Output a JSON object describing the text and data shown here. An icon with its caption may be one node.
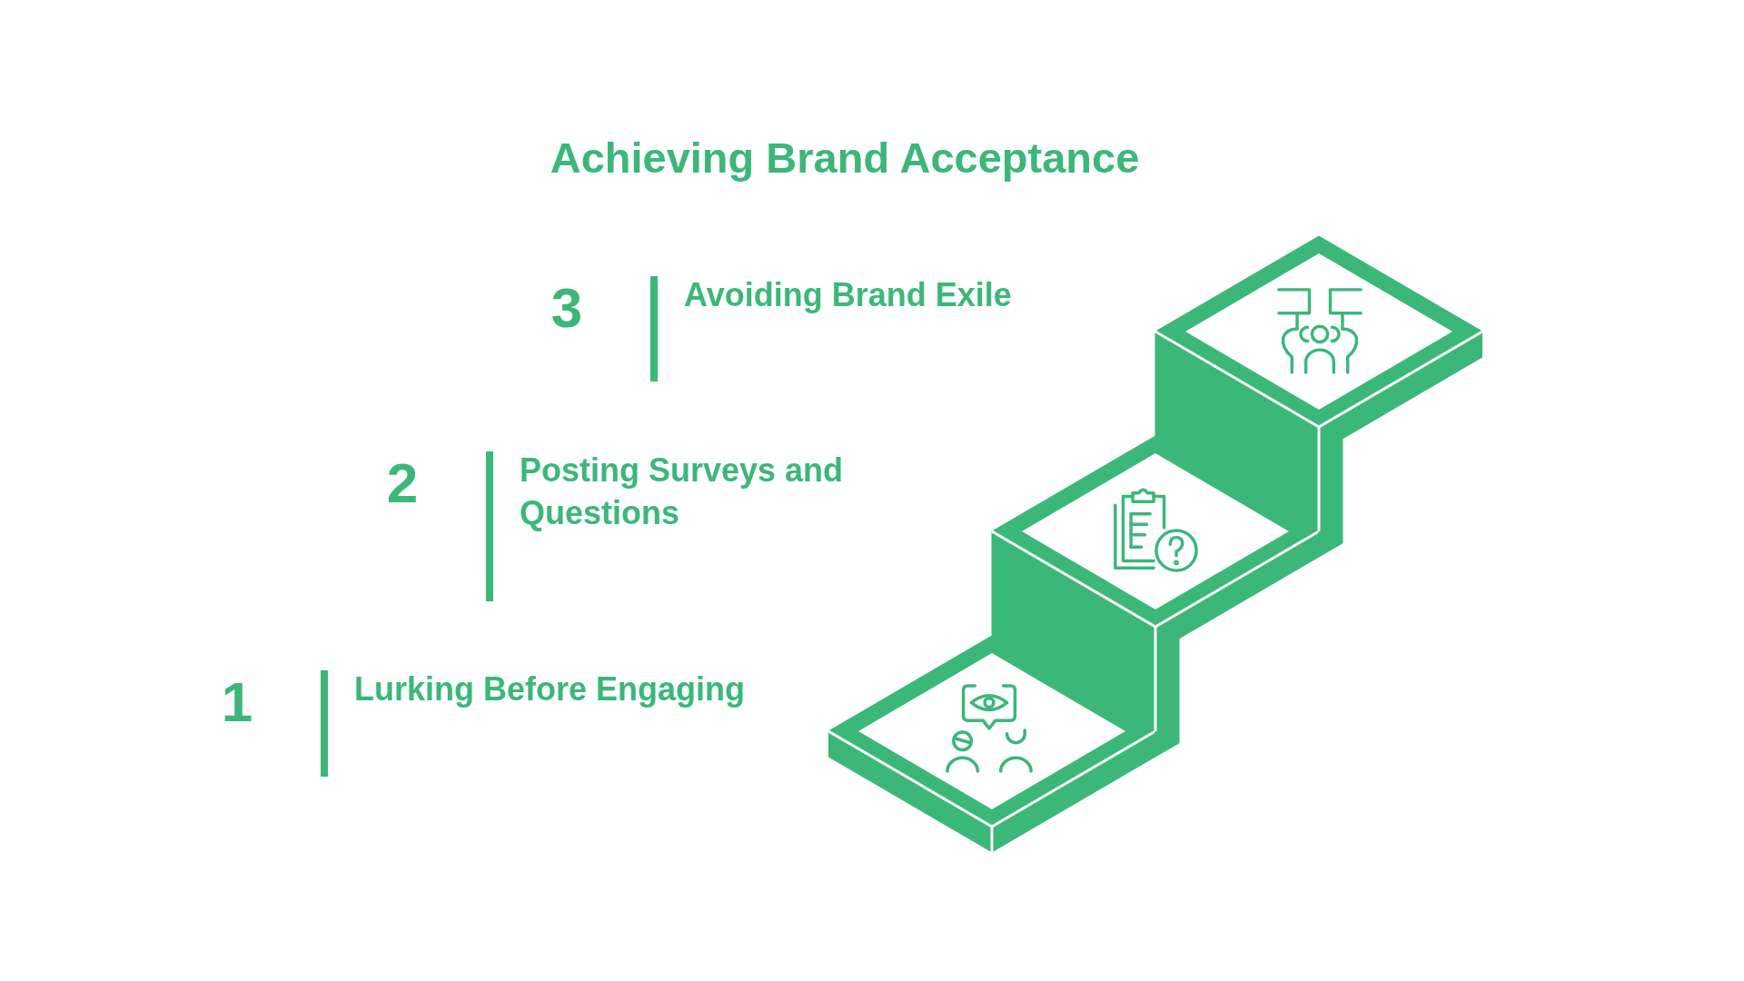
{
  "diagram": {
    "title": "Achieving Brand Acceptance",
    "labels": [
      "3",
      "Avoiding Brand Exile",
      "2",
      "Posting Surveys and Questions",
      "1",
      "Lurking Before Engaging"
    ]
  }
}
